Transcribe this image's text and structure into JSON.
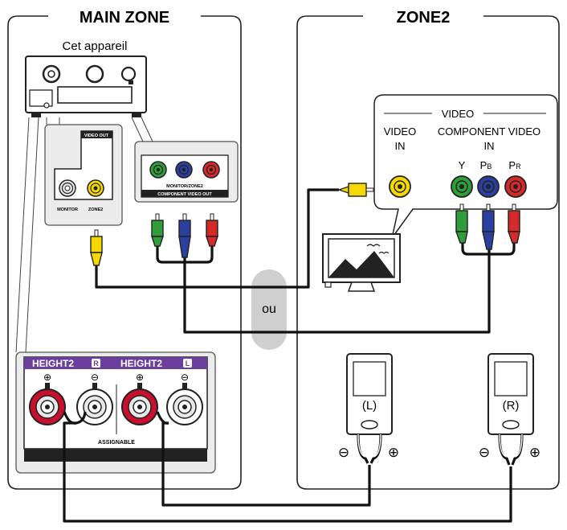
{
  "zones": {
    "main": {
      "title": "MAIN ZONE"
    },
    "zone2": {
      "title": "ZONE2"
    }
  },
  "receiver": {
    "label": "Cet appareil"
  },
  "video_out_panel": {
    "title": "VIDEO OUT",
    "monitor_label": "MONITOR",
    "zone2_label": "ZONE2"
  },
  "component_out_panel": {
    "label_line1": "MONITOR/ZONE2",
    "label_line2": "COMPONENT VIDEO OUT"
  },
  "tv_inputs": {
    "group_title": "VIDEO",
    "video_in_line1": "VIDEO",
    "video_in_line2": "IN",
    "component_line1": "COMPONENT VIDEO",
    "component_line2": "IN",
    "y_label": "Y",
    "pb_main": "P",
    "pb_sub": "B",
    "pr_main": "P",
    "pr_sub": "R"
  },
  "or_badge": {
    "label": "ou"
  },
  "speaker_terminals": {
    "height2_r": "HEIGHT2",
    "height2_r_badge": "R",
    "height2_l": "HEIGHT2",
    "height2_l_badge": "L",
    "plus": "⊕",
    "minus": "⊖",
    "assignable": "ASSIGNABLE"
  },
  "speakers": {
    "left": {
      "label": "(L)"
    },
    "right": {
      "label": "(R)"
    },
    "plus": "⊕",
    "minus": "⊖"
  },
  "colors": {
    "yellow": "#f5d800",
    "green": "#2f9e3a",
    "blue": "#2a3f9e",
    "red": "#d42a2a",
    "purple_header": "#6a3f9e",
    "terminal_red": "#c8102e",
    "or_badge": "#cfcfcf"
  }
}
